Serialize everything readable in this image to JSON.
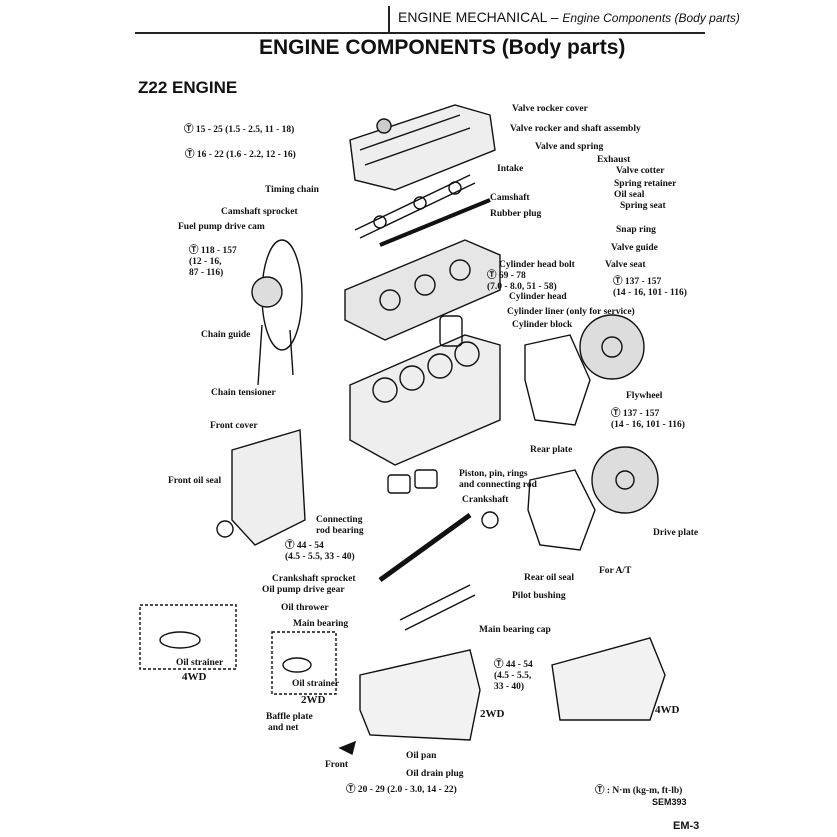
{
  "header": {
    "chapter": "ENGINE MECHANICAL",
    "subtitle": "Engine Components (Body parts)"
  },
  "title": "ENGINE COMPONENTS (Body parts)",
  "section": "Z22 ENGINE",
  "torque_symbol": "Ⓣ",
  "labels": {
    "valve_rocker_cover": "Valve rocker cover",
    "valve_rocker_shaft": "Valve rocker and shaft assembly",
    "valve_spring": "Valve and spring",
    "exhaust": "Exhaust",
    "intake": "Intake",
    "valve_cotter": "Valve cotter",
    "spring_retainer": "Spring retainer",
    "oil_seal": "Oil seal",
    "spring_seat": "Spring seat",
    "camshaft": "Camshaft",
    "rubber_plug": "Rubber plug",
    "snap_ring": "Snap ring",
    "valve_guide": "Valve guide",
    "valve_seat": "Valve seat",
    "cylinder_head_bolt": "Cylinder head bolt",
    "cylinder_head": "Cylinder head",
    "timing_chain": "Timing chain",
    "camshaft_sprocket": "Camshaft sprocket",
    "fuel_pump_drive_cam": "Fuel pump drive cam",
    "chain_guide": "Chain guide",
    "chain_tensioner": "Chain tensioner",
    "cylinder_liner": "Cylinder liner (only for service)",
    "cylinder_block": "Cylinder block",
    "flywheel": "Flywheel",
    "front_cover": "Front cover",
    "front_oil_seal": "Front oil seal",
    "rear_plate": "Rear plate",
    "piston": "Piston, pin, rings",
    "piston2": "and connecting rod",
    "crankshaft": "Crankshaft",
    "conn_rod_bearing": "Connecting",
    "conn_rod_bearing2": "rod bearing",
    "drive_plate": "Drive plate",
    "for_at": "For A/T",
    "crankshaft_sprocket": "Crankshaft sprocket",
    "oil_pump_drive_gear": "Oil pump drive gear",
    "oil_thrower": "Oil thrower",
    "rear_oil_seal": "Rear oil seal",
    "pilot_bushing": "Pilot bushing",
    "main_bearing": "Main bearing",
    "main_bearing_cap": "Main bearing cap",
    "oil_strainer_4wd": "Oil strainer",
    "oil_strainer_2wd": "Oil strainer",
    "baffle": "Baffle plate",
    "baffle2": "and net",
    "oil_pan": "Oil pan",
    "oil_drain_plug": "Oil drain plug",
    "front": "Front",
    "wd4_a": "4WD",
    "wd2_a": "2WD",
    "wd2_b": "2WD",
    "wd4_b": "4WD"
  },
  "torques": {
    "t1": "15 - 25 (1.5 - 2.5, 11 - 18)",
    "t2": "16 - 22 (1.6 - 2.2, 12 - 16)",
    "t3": "118 - 157\n(12 - 16,\n87 - 116)",
    "t4": "69 - 78\n(7.0 - 8.0, 51 - 58)",
    "t5": "137 - 157\n(14 - 16, 101 - 116)",
    "t6": "137 - 157\n(14 - 16, 101 - 116)",
    "t7": "44 - 54\n(4.5 - 5.5, 33 - 40)",
    "t8": "44 - 54\n(4.5 - 5.5,\n33 - 40)",
    "t9": "20 - 29 (2.0 - 3.0, 14 - 22)"
  },
  "legend": "Ⓣ : N·m (kg-m, ft-lb)",
  "figure_code": "SEM393",
  "page_number": "EM-3"
}
